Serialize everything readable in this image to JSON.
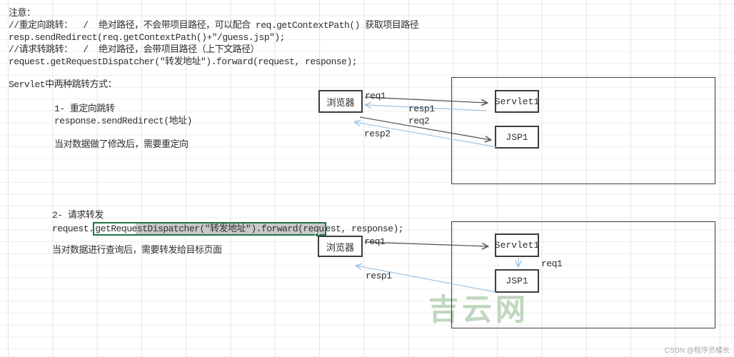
{
  "notes": {
    "line1": "注意：",
    "line2": "//重定向跳转：  /  绝对路径，不会带项目路径，可以配合 req.getContextPath() 获取项目路径",
    "line3": "resp.sendRedirect(req.getContextPath()+\"/guess.jsp\");",
    "line4": "//请求转跳转：  /  绝对路径，会带项目路径（上下文路径）",
    "line5": "request.getRequestDispatcher(\"转发地址\").forward(request, response);"
  },
  "section_title": "Servlet中两种跳转方式：",
  "redirect_section": {
    "heading": "1- 重定向跳转",
    "code": "response.sendRedirect(地址)",
    "note": "当对数据做了修改后，需要重定向"
  },
  "forward_section": {
    "heading": "2- 请求转发",
    "code_prefix": "request.",
    "code_selected": "getRequestDispatcher(\"转发地址\").forward(requ",
    "code_suffix": "est, response);",
    "note": "当对数据进行查询后，需要转发给目标页面"
  },
  "diagram1": {
    "browser": "浏览器",
    "servlet": "Servlet1",
    "jsp": "JSP1",
    "labels": {
      "req1": "req1",
      "resp1": "resp1",
      "req2": "req2",
      "resp2": "resp2"
    }
  },
  "diagram2": {
    "browser": "浏览器",
    "servlet": "Servlet1",
    "jsp": "JSP1",
    "labels": {
      "req1": "req1",
      "resp1": "resp1",
      "inner_req1": "req1"
    }
  },
  "watermarks": {
    "center": "吉云网",
    "corner": "CSDN @程序员橘长"
  },
  "colors": {
    "arrow_dark": "#4f4f4f",
    "arrow_blue": "#9dc3e6",
    "selection_green": "#217346",
    "selection_gray": "#c9c9c9",
    "watermark_green": "#9ec29c",
    "grid_line": "#e6e6e6"
  }
}
